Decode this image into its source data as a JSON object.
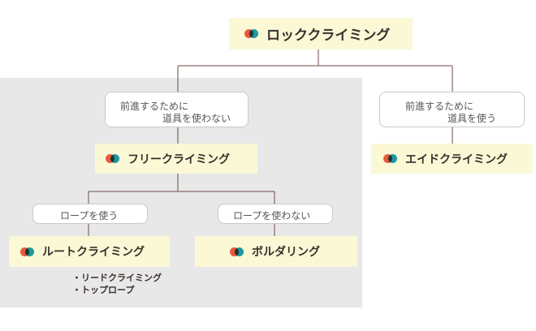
{
  "diagram": {
    "root": {
      "label": "ロッククライミング",
      "icon": "overlapping-circles-icon"
    },
    "free_cond": {
      "line1": "前進するために",
      "line2": "道具を使わない"
    },
    "aid_cond": {
      "line1": "前進するために",
      "line2": "道具を使う"
    },
    "free": {
      "label": "フリークライミング",
      "icon": "overlapping-circles-icon"
    },
    "aid": {
      "label": "エイドクライミング",
      "icon": "overlapping-circles-icon"
    },
    "rope_cond": {
      "line1": "ロープを使う"
    },
    "norope_cond": {
      "line1": "ロープを使わない"
    },
    "route": {
      "label": "ルートクライミング",
      "icon": "overlapping-circles-icon"
    },
    "boulder": {
      "label": "ボルダリング",
      "icon": "overlapping-circles-icon"
    },
    "route_subtypes": [
      "・リードクライミング",
      "・トップロープ"
    ]
  },
  "colors": {
    "node_fill": "#fbf8d6",
    "panel_gray": "#e8e8e8",
    "icon_red": "#e8593d",
    "icon_blue": "#1e9cc0",
    "line": "#6b4b45"
  }
}
